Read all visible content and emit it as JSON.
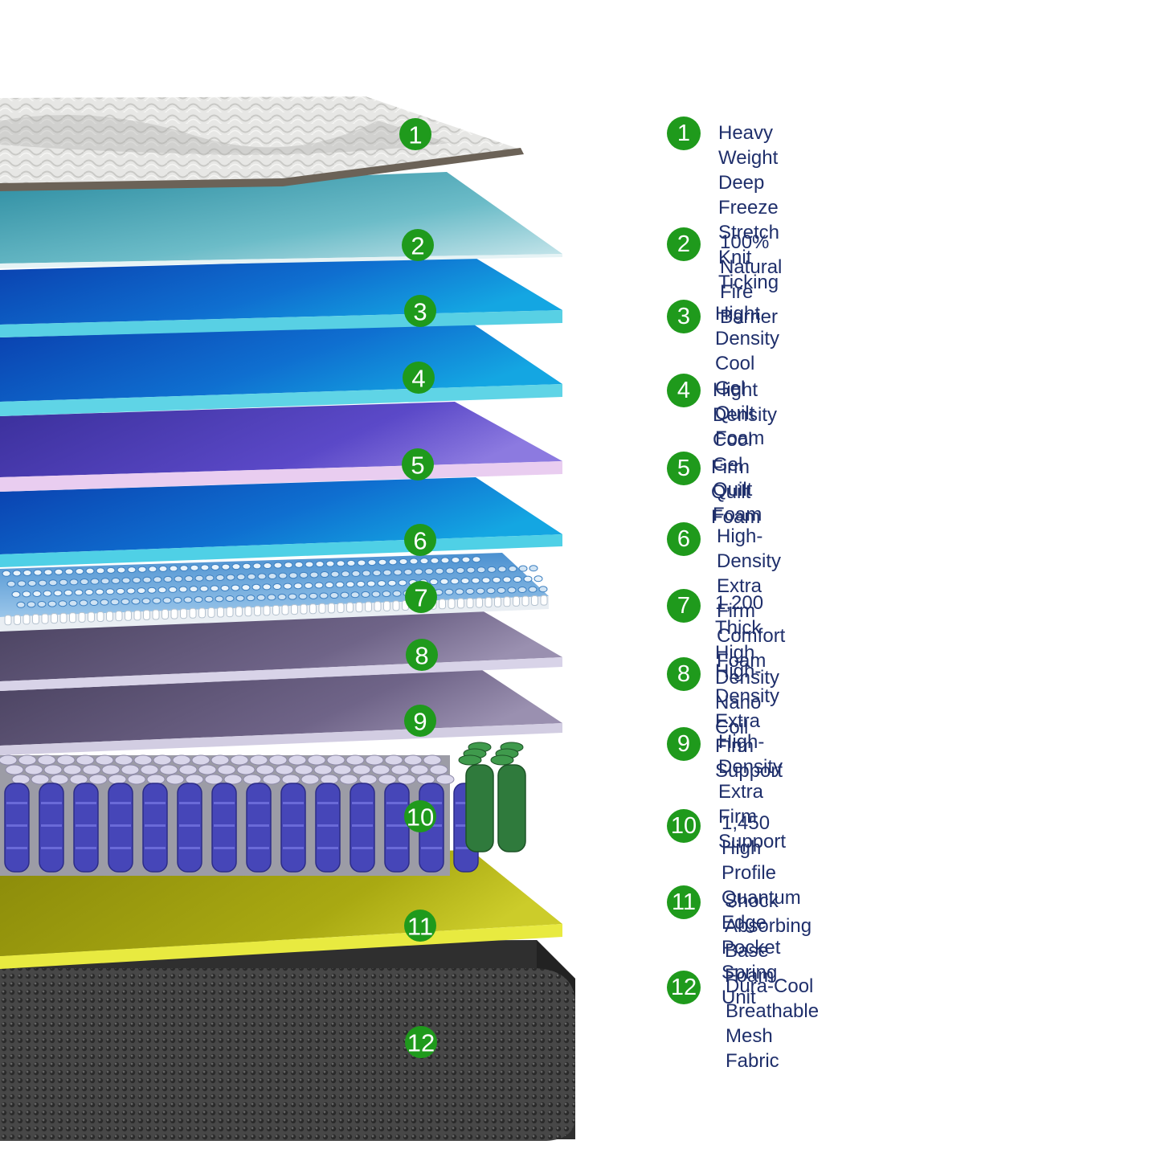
{
  "accent_badge_color": "#1f9a1c",
  "legend_text_color": "#1f2f6b",
  "layers": [
    {
      "number": "1",
      "label": "Heavy Weight\nDeep Freeze\nStretch Knit Ticking",
      "material": "knit-ticking"
    },
    {
      "number": "2",
      "label": "100% Natural Fire Barrier",
      "material": "fire-barrier"
    },
    {
      "number": "3",
      "label": "Hight Density Cool Gel Quilt Foam",
      "material": "gel-foam"
    },
    {
      "number": "4",
      "label": "Hight Density Cool Gel Quilt Foam",
      "material": "gel-foam"
    },
    {
      "number": "5",
      "label": "Firm Quilt Foam",
      "material": "firm-foam"
    },
    {
      "number": "6",
      "label": "High-Density Extra Firm Comfort Foam",
      "material": "comfort-foam"
    },
    {
      "number": "7",
      "label": "1,200 Thick High Density Nano Coil",
      "material": "nano-coil"
    },
    {
      "number": "8",
      "label": "High-Density Extra Firm Support",
      "material": "support-foam"
    },
    {
      "number": "9",
      "label": "High-Density Extra Firm Support",
      "material": "support-foam"
    },
    {
      "number": "10",
      "label": "1,450 High Profile Quantum\n   Edge Pocket Spring Unit",
      "material": "pocket-spring"
    },
    {
      "number": "11",
      "label": "Shock Absorbing Base Foam",
      "material": "base-foam"
    },
    {
      "number": "12",
      "label": "Dura-Cool Breathable Mesh Fabric",
      "material": "mesh-fabric"
    }
  ]
}
